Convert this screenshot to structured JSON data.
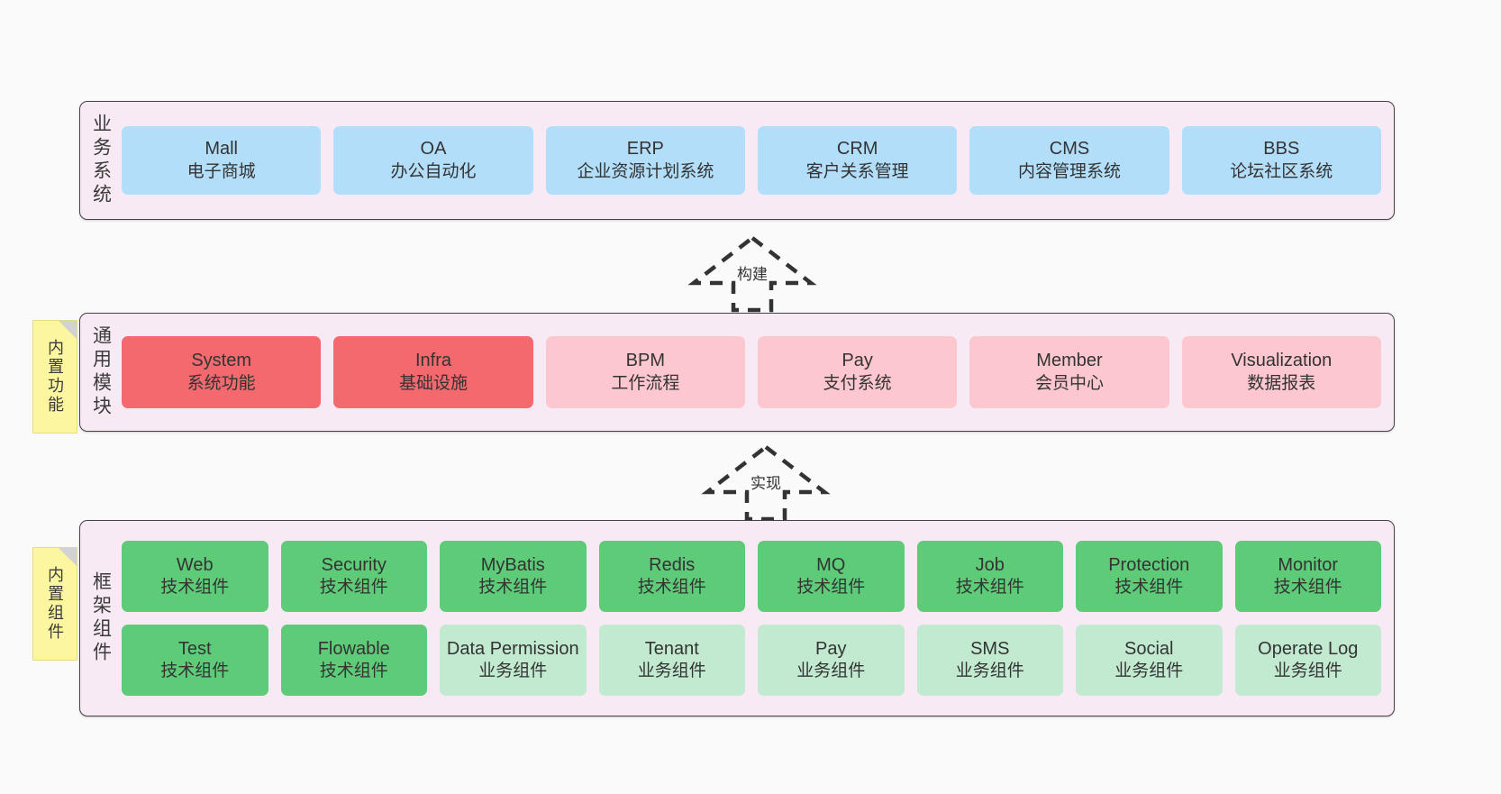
{
  "diagram": {
    "background_color": "#fafafa",
    "container_fill": "#f7eaf4",
    "container_border": "#4a4048"
  },
  "layers": [
    {
      "id": "business-systems",
      "title": "业务系统",
      "card_color": "#b3defa",
      "cards": [
        {
          "name": "Mall",
          "desc": "电子商城"
        },
        {
          "name": "OA",
          "desc": "办公自动化"
        },
        {
          "name": "ERP",
          "desc": "企业资源计划系统"
        },
        {
          "name": "CRM",
          "desc": "客户关系管理"
        },
        {
          "name": "CMS",
          "desc": "内容管理系统"
        },
        {
          "name": "BBS",
          "desc": "论坛社区系统"
        }
      ]
    },
    {
      "id": "common-modules",
      "title": "通用模块",
      "cards": [
        {
          "name": "System",
          "desc": "系统功能",
          "color": "#f4696e"
        },
        {
          "name": "Infra",
          "desc": "基础设施",
          "color": "#f4696e"
        },
        {
          "name": "BPM",
          "desc": "工作流程",
          "color": "#fcc7cf"
        },
        {
          "name": "Pay",
          "desc": "支付系统",
          "color": "#fcc7cf"
        },
        {
          "name": "Member",
          "desc": "会员中心",
          "color": "#fcc7cf"
        },
        {
          "name": "Visualization",
          "desc": "数据报表",
          "color": "#fcc7cf"
        }
      ]
    },
    {
      "id": "framework-components",
      "title": "框架组件",
      "rows": [
        [
          {
            "name": "Web",
            "desc": "技术组件",
            "color": "#5ecb79"
          },
          {
            "name": "Security",
            "desc": "技术组件",
            "color": "#5ecb79"
          },
          {
            "name": "MyBatis",
            "desc": "技术组件",
            "color": "#5ecb79"
          },
          {
            "name": "Redis",
            "desc": "技术组件",
            "color": "#5ecb79"
          },
          {
            "name": "MQ",
            "desc": "技术组件",
            "color": "#5ecb79"
          },
          {
            "name": "Job",
            "desc": "技术组件",
            "color": "#5ecb79"
          },
          {
            "name": "Protection",
            "desc": "技术组件",
            "color": "#5ecb79"
          },
          {
            "name": "Monitor",
            "desc": "技术组件",
            "color": "#5ecb79"
          }
        ],
        [
          {
            "name": "Test",
            "desc": "技术组件",
            "color": "#5ecb79"
          },
          {
            "name": "Flowable",
            "desc": "技术组件",
            "color": "#5ecb79"
          },
          {
            "name": "Data Permission",
            "desc": "业务组件",
            "color": "#c2ead0"
          },
          {
            "name": "Tenant",
            "desc": "业务组件",
            "color": "#c2ead0"
          },
          {
            "name": "Pay",
            "desc": "业务组件",
            "color": "#c2ead0"
          },
          {
            "name": "SMS",
            "desc": "业务组件",
            "color": "#c2ead0"
          },
          {
            "name": "Social",
            "desc": "业务组件",
            "color": "#c2ead0"
          },
          {
            "name": "Operate Log",
            "desc": "业务组件",
            "color": "#c2ead0"
          }
        ]
      ]
    }
  ],
  "sticky_notes": [
    {
      "id": "builtin-function",
      "label": "内置功能",
      "color": "#fcf6a0"
    },
    {
      "id": "builtin-component",
      "label": "内置组件",
      "color": "#fcf6a0"
    }
  ],
  "connectors": [
    {
      "id": "build",
      "label": "构建",
      "style": "dashed-generalization-up"
    },
    {
      "id": "realize",
      "label": "实现",
      "style": "dashed-generalization-up"
    }
  ]
}
